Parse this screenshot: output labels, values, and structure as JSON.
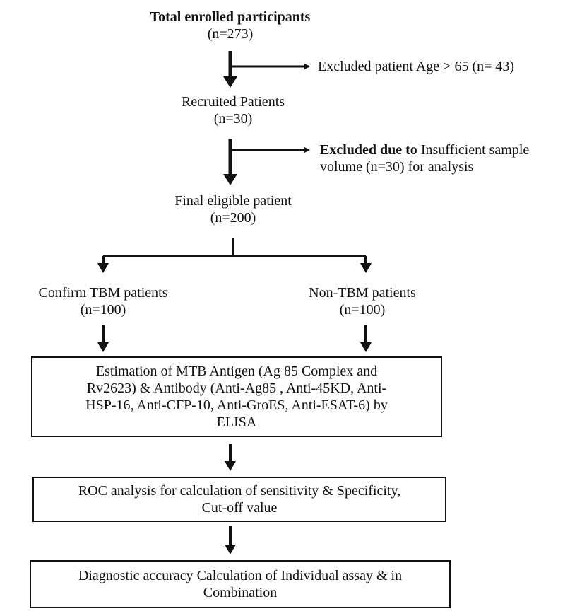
{
  "nodes": {
    "total": {
      "title": "Total enrolled participants",
      "count": "(n=273)"
    },
    "excluded_age": "Excluded  patient Age > 65 (n= 43)",
    "recruited": {
      "title": "Recruited Patients",
      "count": "(n=30)"
    },
    "excluded_volume": {
      "bold": "Excluded due to",
      "line1_rest": " Insufficient sample",
      "line2": "volume (n=30)  for analysis"
    },
    "final": {
      "title": "Final eligible patient",
      "count": "(n=200)"
    },
    "confirm_tbm": {
      "title": "Confirm TBM patients",
      "count": "(n=100)"
    },
    "non_tbm": {
      "title": "Non-TBM patients",
      "count": "(n=100)"
    },
    "estimation": {
      "line1": "Estimation of MTB Antigen (Ag 85 Complex and",
      "line2": "Rv2623) & Antibody (Anti-Ag85  , Anti-45KD, Anti-",
      "line3": "HSP-16, Anti-CFP-10, Anti-GroES, Anti-ESAT-6)  by",
      "line4": "ELISA"
    },
    "roc": {
      "line1": "ROC analysis for calculation of sensitivity & Specificity,",
      "line2": "Cut-off value"
    },
    "diagnostic": {
      "line1": "Diagnostic accuracy Calculation of Individual assay & in",
      "line2": "Combination"
    }
  }
}
